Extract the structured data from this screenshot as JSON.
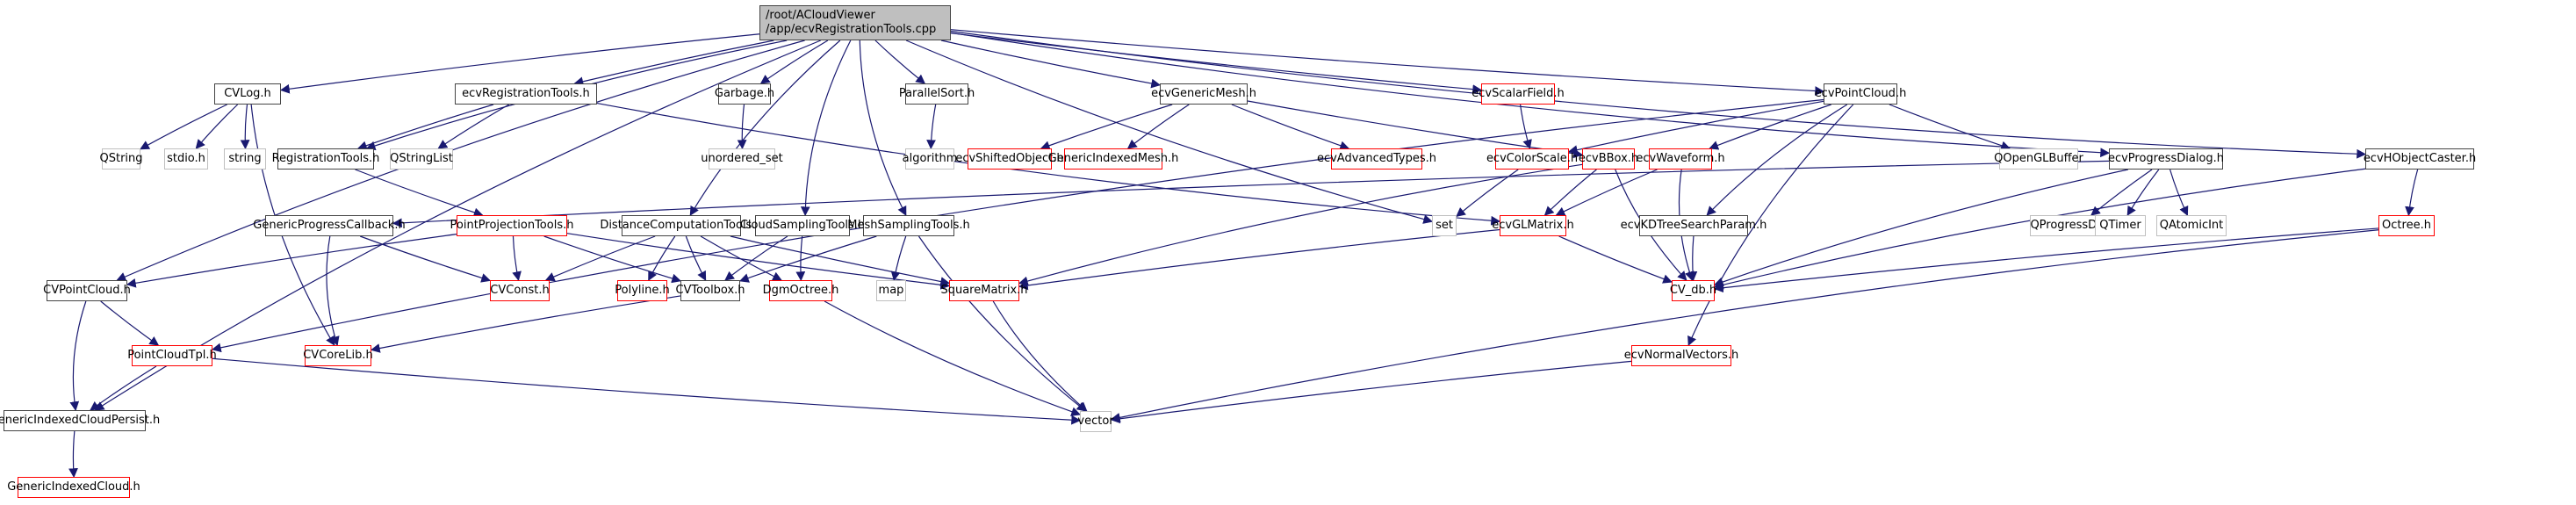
{
  "root": {
    "line1": "/root/ACloudViewer",
    "line2": "/app/ecvRegistrationTools.cpp"
  },
  "colors": {
    "edge": "#191970",
    "documented_border": "#444444",
    "truncated_border": "#ff0000",
    "external_border": "#bfbfbf",
    "root_fill": "#bfbfbf"
  },
  "nodes": [
    {
      "id": "CVLog",
      "label": "CVLog.h",
      "kind": "doc"
    },
    {
      "id": "ecvRegistrationTools",
      "label": "ecvRegistrationTools.h",
      "kind": "doc"
    },
    {
      "id": "Garbage",
      "label": "Garbage.h",
      "kind": "doc"
    },
    {
      "id": "ParallelSort",
      "label": "ParallelSort.h",
      "kind": "doc"
    },
    {
      "id": "ecvGenericMesh",
      "label": "ecvGenericMesh.h",
      "kind": "doc"
    },
    {
      "id": "ecvScalarField",
      "label": "ecvScalarField.h",
      "kind": "trunc"
    },
    {
      "id": "ecvPointCloud",
      "label": "ecvPointCloud.h",
      "kind": "doc"
    },
    {
      "id": "ecvHObjectCaster",
      "label": "ecvHObjectCaster.h",
      "kind": "doc"
    },
    {
      "id": "QString",
      "label": "QString",
      "kind": "ext"
    },
    {
      "id": "stdio",
      "label": "stdio.h",
      "kind": "ext"
    },
    {
      "id": "string",
      "label": "string",
      "kind": "ext"
    },
    {
      "id": "RegistrationTools",
      "label": "RegistrationTools.h",
      "kind": "doc"
    },
    {
      "id": "QStringList",
      "label": "QStringList",
      "kind": "ext"
    },
    {
      "id": "unordered_set",
      "label": "unordered_set",
      "kind": "ext"
    },
    {
      "id": "algorithm",
      "label": "algorithm",
      "kind": "ext"
    },
    {
      "id": "ecvShiftedObject",
      "label": "ecvShiftedObject.h",
      "kind": "trunc"
    },
    {
      "id": "GenericIndexedMesh",
      "label": "GenericIndexedMesh.h",
      "kind": "trunc"
    },
    {
      "id": "ecvAdvancedTypes",
      "label": "ecvAdvancedTypes.h",
      "kind": "trunc"
    },
    {
      "id": "ecvColorScale",
      "label": "ecvColorScale.h",
      "kind": "trunc"
    },
    {
      "id": "ecvBBox",
      "label": "ecvBBox.h",
      "kind": "trunc"
    },
    {
      "id": "ecvWaveform",
      "label": "ecvWaveform.h",
      "kind": "trunc"
    },
    {
      "id": "QOpenGLBuffer",
      "label": "QOpenGLBuffer",
      "kind": "ext"
    },
    {
      "id": "ecvProgressDialog",
      "label": "ecvProgressDialog.h",
      "kind": "doc"
    },
    {
      "id": "GenericProgressCallback",
      "label": "GenericProgressCallback.h",
      "kind": "doc"
    },
    {
      "id": "PointProjectionTools",
      "label": "PointProjectionTools.h",
      "kind": "trunc"
    },
    {
      "id": "DistanceComputationTools",
      "label": "DistanceComputationTools.h",
      "kind": "doc"
    },
    {
      "id": "CloudSamplingTools",
      "label": "CloudSamplingTools.h",
      "kind": "doc"
    },
    {
      "id": "MeshSamplingTools",
      "label": "MeshSamplingTools.h",
      "kind": "doc"
    },
    {
      "id": "set",
      "label": "set",
      "kind": "ext"
    },
    {
      "id": "ecvGLMatrix",
      "label": "ecvGLMatrix.h",
      "kind": "trunc"
    },
    {
      "id": "ecvKDTreeSearchParam",
      "label": "ecvKDTreeSearchParam.h",
      "kind": "doc"
    },
    {
      "id": "QProgressDialog",
      "label": "QProgressDialog",
      "kind": "ext"
    },
    {
      "id": "QTimer",
      "label": "QTimer",
      "kind": "ext"
    },
    {
      "id": "QAtomicInt",
      "label": "QAtomicInt",
      "kind": "ext"
    },
    {
      "id": "Octree",
      "label": "Octree.h",
      "kind": "trunc"
    },
    {
      "id": "CVPointCloud",
      "label": "CVPointCloud.h",
      "kind": "doc"
    },
    {
      "id": "CVConst",
      "label": "CVConst.h",
      "kind": "trunc"
    },
    {
      "id": "Polyline",
      "label": "Polyline.h",
      "kind": "trunc"
    },
    {
      "id": "CVToolbox",
      "label": "CVToolbox.h",
      "kind": "doc"
    },
    {
      "id": "DgmOctree",
      "label": "DgmOctree.h",
      "kind": "trunc"
    },
    {
      "id": "map",
      "label": "map",
      "kind": "ext"
    },
    {
      "id": "SquareMatrix",
      "label": "SquareMatrix.h",
      "kind": "trunc"
    },
    {
      "id": "CV_db",
      "label": "CV_db.h",
      "kind": "trunc"
    },
    {
      "id": "PointCloudTpl",
      "label": "PointCloudTpl.h",
      "kind": "trunc"
    },
    {
      "id": "CVCoreLib",
      "label": "CVCoreLib.h",
      "kind": "trunc"
    },
    {
      "id": "ecvNormalVectors",
      "label": "ecvNormalVectors.h",
      "kind": "trunc"
    },
    {
      "id": "GenericIndexedCloudPersist",
      "label": "GenericIndexedCloudPersist.h",
      "kind": "doc"
    },
    {
      "id": "vector",
      "label": "vector",
      "kind": "ext"
    },
    {
      "id": "GenericIndexedCloud",
      "label": "GenericIndexedCloud.h",
      "kind": "trunc"
    }
  ],
  "edges": [
    [
      "root",
      "CVLog"
    ],
    [
      "root",
      "ecvRegistrationTools"
    ],
    [
      "root",
      "Garbage"
    ],
    [
      "root",
      "ParallelSort"
    ],
    [
      "root",
      "ecvGenericMesh"
    ],
    [
      "root",
      "ecvScalarField"
    ],
    [
      "root",
      "ecvPointCloud"
    ],
    [
      "root",
      "ecvHObjectCaster"
    ],
    [
      "root",
      "RegistrationTools"
    ],
    [
      "root",
      "DistanceComputationTools"
    ],
    [
      "root",
      "CloudSamplingTools"
    ],
    [
      "root",
      "MeshSamplingTools"
    ],
    [
      "root",
      "set"
    ],
    [
      "root",
      "ecvProgressDialog"
    ],
    [
      "root",
      "CVPointCloud"
    ],
    [
      "root",
      "GenericIndexedCloudPersist"
    ],
    [
      "CVLog",
      "QString"
    ],
    [
      "CVLog",
      "stdio"
    ],
    [
      "CVLog",
      "string"
    ],
    [
      "CVLog",
      "CVCoreLib"
    ],
    [
      "ecvRegistrationTools",
      "RegistrationTools"
    ],
    [
      "ecvRegistrationTools",
      "QStringList"
    ],
    [
      "ecvRegistrationTools",
      "ecvGLMatrix"
    ],
    [
      "RegistrationTools",
      "PointProjectionTools"
    ],
    [
      "Garbage",
      "unordered_set"
    ],
    [
      "ParallelSort",
      "algorithm"
    ],
    [
      "ecvGenericMesh",
      "ecvShiftedObject"
    ],
    [
      "ecvGenericMesh",
      "GenericIndexedMesh"
    ],
    [
      "ecvGenericMesh",
      "ecvAdvancedTypes"
    ],
    [
      "ecvGenericMesh",
      "ecvBBox"
    ],
    [
      "ecvScalarField",
      "ecvColorScale"
    ],
    [
      "ecvPointCloud",
      "ecvColorScale"
    ],
    [
      "ecvPointCloud",
      "ecvWaveform"
    ],
    [
      "ecvPointCloud",
      "QOpenGLBuffer"
    ],
    [
      "ecvPointCloud",
      "ecvKDTreeSearchParam"
    ],
    [
      "ecvPointCloud",
      "PointCloudTpl"
    ],
    [
      "ecvPointCloud",
      "ecvNormalVectors"
    ],
    [
      "ecvColorScale",
      "set"
    ],
    [
      "ecvBBox",
      "ecvGLMatrix"
    ],
    [
      "ecvBBox",
      "CV_db"
    ],
    [
      "ecvBBox",
      "SquareMatrix"
    ],
    [
      "ecvWaveform",
      "ecvGLMatrix"
    ],
    [
      "ecvWaveform",
      "CV_db"
    ],
    [
      "ecvProgressDialog",
      "GenericProgressCallback"
    ],
    [
      "ecvProgressDialog",
      "QProgressDialog"
    ],
    [
      "ecvProgressDialog",
      "QTimer"
    ],
    [
      "ecvProgressDialog",
      "QAtomicInt"
    ],
    [
      "ecvProgressDialog",
      "CV_db"
    ],
    [
      "ecvHObjectCaster",
      "Octree"
    ],
    [
      "ecvHObjectCaster",
      "CV_db"
    ],
    [
      "Octree",
      "CV_db"
    ],
    [
      "Octree",
      "vector"
    ],
    [
      "GenericProgressCallback",
      "CVConst"
    ],
    [
      "GenericProgressCallback",
      "CVCoreLib"
    ],
    [
      "PointProjectionTools",
      "CVPointCloud"
    ],
    [
      "PointProjectionTools",
      "CVConst"
    ],
    [
      "PointProjectionTools",
      "CVToolbox"
    ],
    [
      "PointProjectionTools",
      "SquareMatrix"
    ],
    [
      "DistanceComputationTools",
      "CVConst"
    ],
    [
      "DistanceComputationTools",
      "Polyline"
    ],
    [
      "DistanceComputationTools",
      "CVToolbox"
    ],
    [
      "DistanceComputationTools",
      "DgmOctree"
    ],
    [
      "DistanceComputationTools",
      "SquareMatrix"
    ],
    [
      "CloudSamplingTools",
      "CVToolbox"
    ],
    [
      "CloudSamplingTools",
      "DgmOctree"
    ],
    [
      "MeshSamplingTools",
      "CVToolbox"
    ],
    [
      "MeshSamplingTools",
      "map"
    ],
    [
      "MeshSamplingTools",
      "vector"
    ],
    [
      "ecvGLMatrix",
      "SquareMatrix"
    ],
    [
      "ecvGLMatrix",
      "CV_db"
    ],
    [
      "ecvKDTreeSearchParam",
      "CV_db"
    ],
    [
      "CVPointCloud",
      "PointCloudTpl"
    ],
    [
      "CVPointCloud",
      "GenericIndexedCloudPersist"
    ],
    [
      "CVToolbox",
      "CVCoreLib"
    ],
    [
      "DgmOctree",
      "vector"
    ],
    [
      "SquareMatrix",
      "vector"
    ],
    [
      "PointCloudTpl",
      "GenericIndexedCloudPersist"
    ],
    [
      "PointCloudTpl",
      "vector"
    ],
    [
      "ecvNormalVectors",
      "vector"
    ],
    [
      "GenericIndexedCloudPersist",
      "GenericIndexedCloud"
    ]
  ]
}
